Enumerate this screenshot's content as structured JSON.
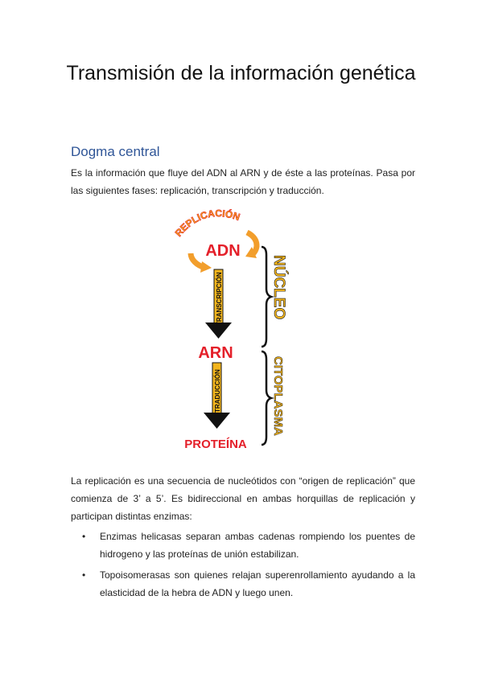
{
  "title": "Transmisión de la información genética",
  "section": {
    "heading": "Dogma central",
    "intro": "Es la información que fluye del ADN al ARN y de éste a las proteínas. Pasa por las siguientes fases: replicación, transcripción y traducción."
  },
  "diagram": {
    "replication_label": "REPLICACIÓN",
    "dna": "ADN",
    "transcription_label": "TRANSCRIPCIÓN",
    "rna": "ARN",
    "translation_label": "TRADUCCIÓN",
    "protein": "PROTEÍNA",
    "nucleus_label": "NÚCLEO",
    "cytoplasm_label": "CITOPLASMA",
    "colors": {
      "red": "#e4202a",
      "orange": "#f29e2c",
      "yellow": "#f3b51d",
      "black": "#111111"
    }
  },
  "replication_paragraph": "La replicación es una secuencia de nucleótidos con “origen de replicación” que comienza de 3’ a 5’. Es bidireccional en ambas horquillas de replicación y participan distintas enzimas:",
  "bullets": [
    "Enzimas helicasas separan ambas cadenas rompiendo los puentes de hidrogeno y las proteínas de unión estabilizan.",
    "Topoisomerasas son quienes relajan superenrollamiento ayudando a la elasticidad de la hebra de ADN y luego unen."
  ]
}
